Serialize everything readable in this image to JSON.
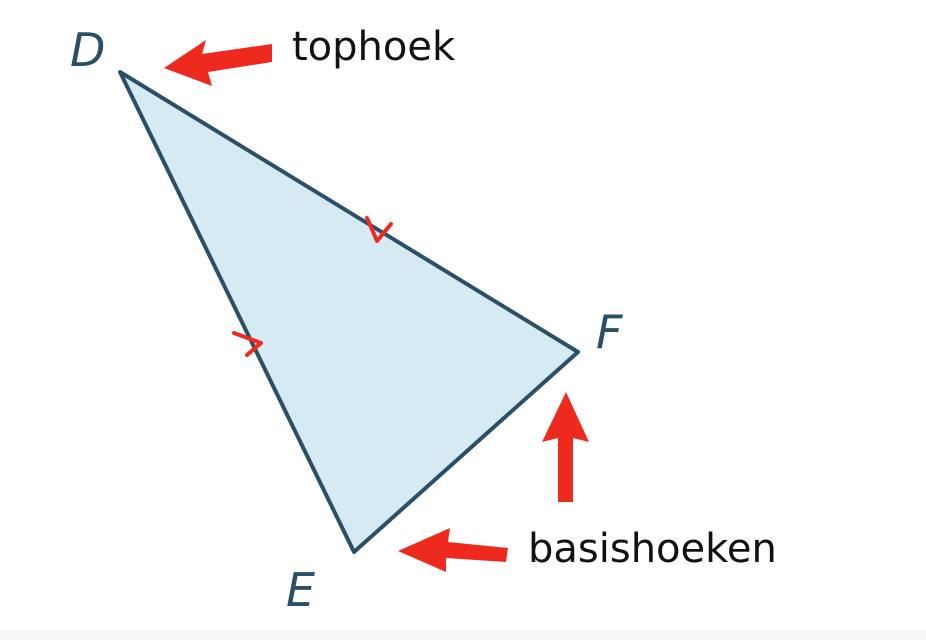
{
  "diagram": {
    "vertices": {
      "D": "D",
      "E": "E",
      "F": "F"
    },
    "annotations": {
      "top_angle": "tophoek",
      "base_angles": "basishoeken"
    },
    "colors": {
      "triangle_fill": "#d6eaf3",
      "triangle_stroke": "#2a4f66",
      "arrow": "#ee2a1f",
      "tick_mark": "#ee2a1f",
      "label": "#2a4f66",
      "text": "#111111"
    }
  }
}
